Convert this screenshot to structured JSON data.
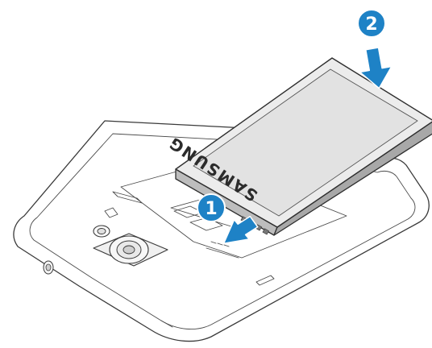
{
  "battery": {
    "brand_label": "SAMSUNG"
  },
  "steps": [
    {
      "number": "1",
      "action": "insert-contacts-first"
    },
    {
      "number": "2",
      "action": "press-down"
    }
  ],
  "colors": {
    "accent_blue": "#1e82c6",
    "battery_face": "#eeeeee",
    "phone_body": "#f1f1f1",
    "outline": "#3a3a3a"
  },
  "icons": [
    "arrow-icon",
    "arrow-icon",
    "step-badge",
    "step-badge"
  ]
}
